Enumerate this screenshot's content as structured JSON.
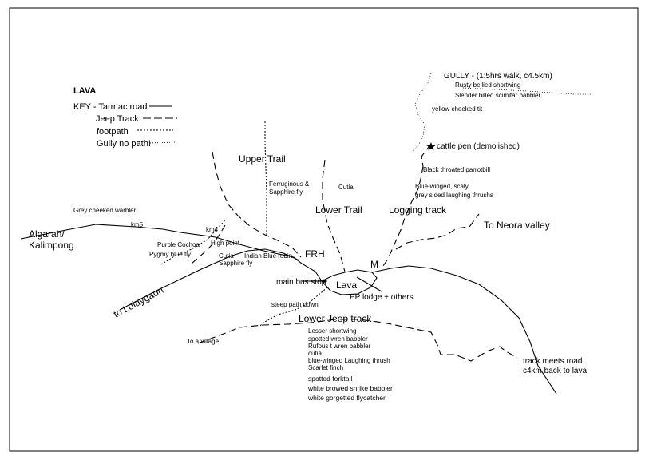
{
  "title": "LAVA",
  "key": {
    "tarmac": "KEY - Tarmac road",
    "jeep": "Jeep Track",
    "footpath": "footpath",
    "gully": "Gully no path!"
  },
  "places": {
    "gully_header": "GULLY - (1:5hrs walk, c4.5km)",
    "cattle_pen": "cattle pen (demolished)",
    "upper_trail": "Upper Trail",
    "lower_trail": "Lower Trail",
    "logging_track": "Logging track",
    "neora_valley": "To Neora valley",
    "algarah_1": "Algarah/",
    "algarah_2": "Kalimpong",
    "km5": "km5",
    "km4": "km4",
    "high_point": "High point",
    "frh": "FRH",
    "m": "M",
    "lava": "Lava",
    "main_bus_stop": "main bus stop",
    "pp_lodge": "PP lodge + others",
    "lolaygaon": "to Lolaygaon",
    "steep_path": "steep path down",
    "lower_jeep_track": "Lower Jeep track",
    "to_village": "To a village",
    "track_meets_1": "track meets road",
    "track_meets_2": "c4km back to lava"
  },
  "birds": {
    "rusty_bellied": "Rusty bellied shortwing",
    "slender_billed": "Slender billed scimitar babbler",
    "yellow_cheeked": "yellow cheeked tit",
    "black_throated": "Black throated parrotbill",
    "blue_winged_scaly": "Blue-winged, scaly",
    "grey_sided": "grey sided laughing thrushs",
    "cutia_lower": "Cutia",
    "ferruginous_1": "Ferruginous &",
    "ferruginous_2": "Sapphire fly",
    "grey_cheeked": "Grey cheeked warbler",
    "purple_cochoa": "Purple Cochoa",
    "pygmy": "Pygmy blue fly",
    "cutia_road_1": "Cutia",
    "cutia_road_2": "Sapphire fly",
    "indian_robin": "Indian Blue robin",
    "lower_jeep_list": [
      "Lesser shortwing",
      "spotted wren babbler",
      "Rufous t wren babbler",
      "cutia",
      "blue-winged Laughing thrush",
      "Scarlet finch"
    ],
    "lower_jeep_list2": [
      "spotted forktail",
      "white browed shrike babbler",
      "white gorgetted flycatcher"
    ]
  }
}
